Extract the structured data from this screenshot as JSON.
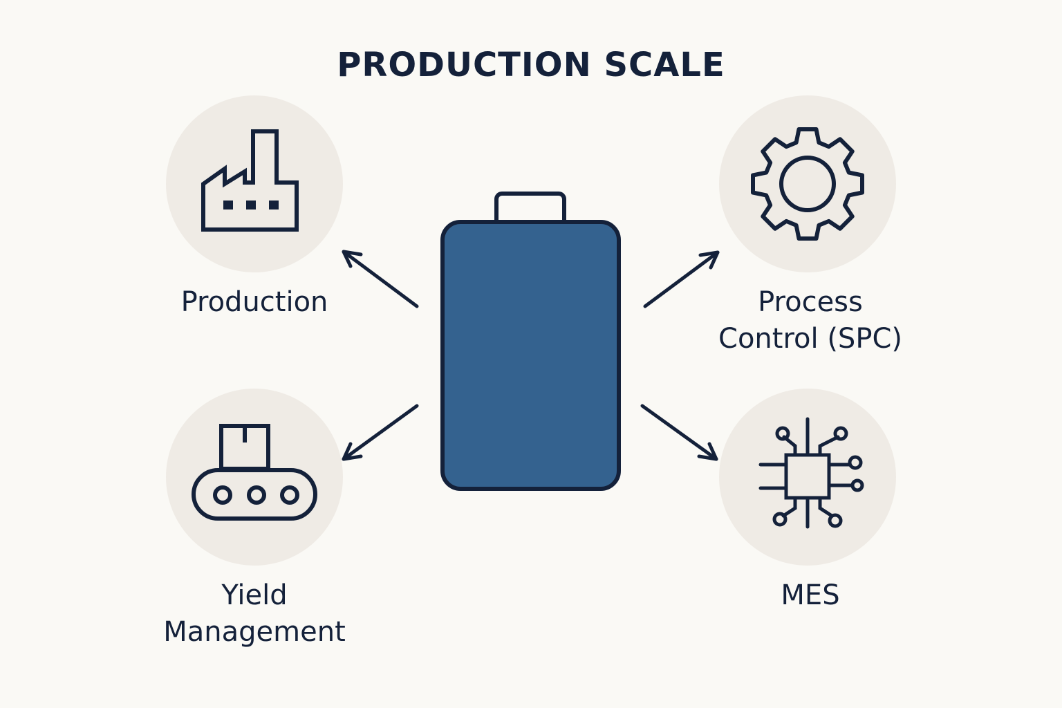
{
  "title": "PRODUCTION SCALE",
  "colors": {
    "background": "#faf9f5",
    "circle": "#efebe5",
    "stroke": "#14213a",
    "battery_fill": "#34628f"
  },
  "center": {
    "icon": "battery-icon"
  },
  "nodes": [
    {
      "id": "production",
      "label": "Production",
      "icon": "factory-icon"
    },
    {
      "id": "spc",
      "label_lines": [
        "Process",
        "Control (SPC)"
      ],
      "icon": "gear-icon"
    },
    {
      "id": "yield",
      "label_lines": [
        "Yield",
        "Management"
      ],
      "icon": "conveyor-icon"
    },
    {
      "id": "mes",
      "label": "MES",
      "icon": "chip-icon"
    }
  ]
}
